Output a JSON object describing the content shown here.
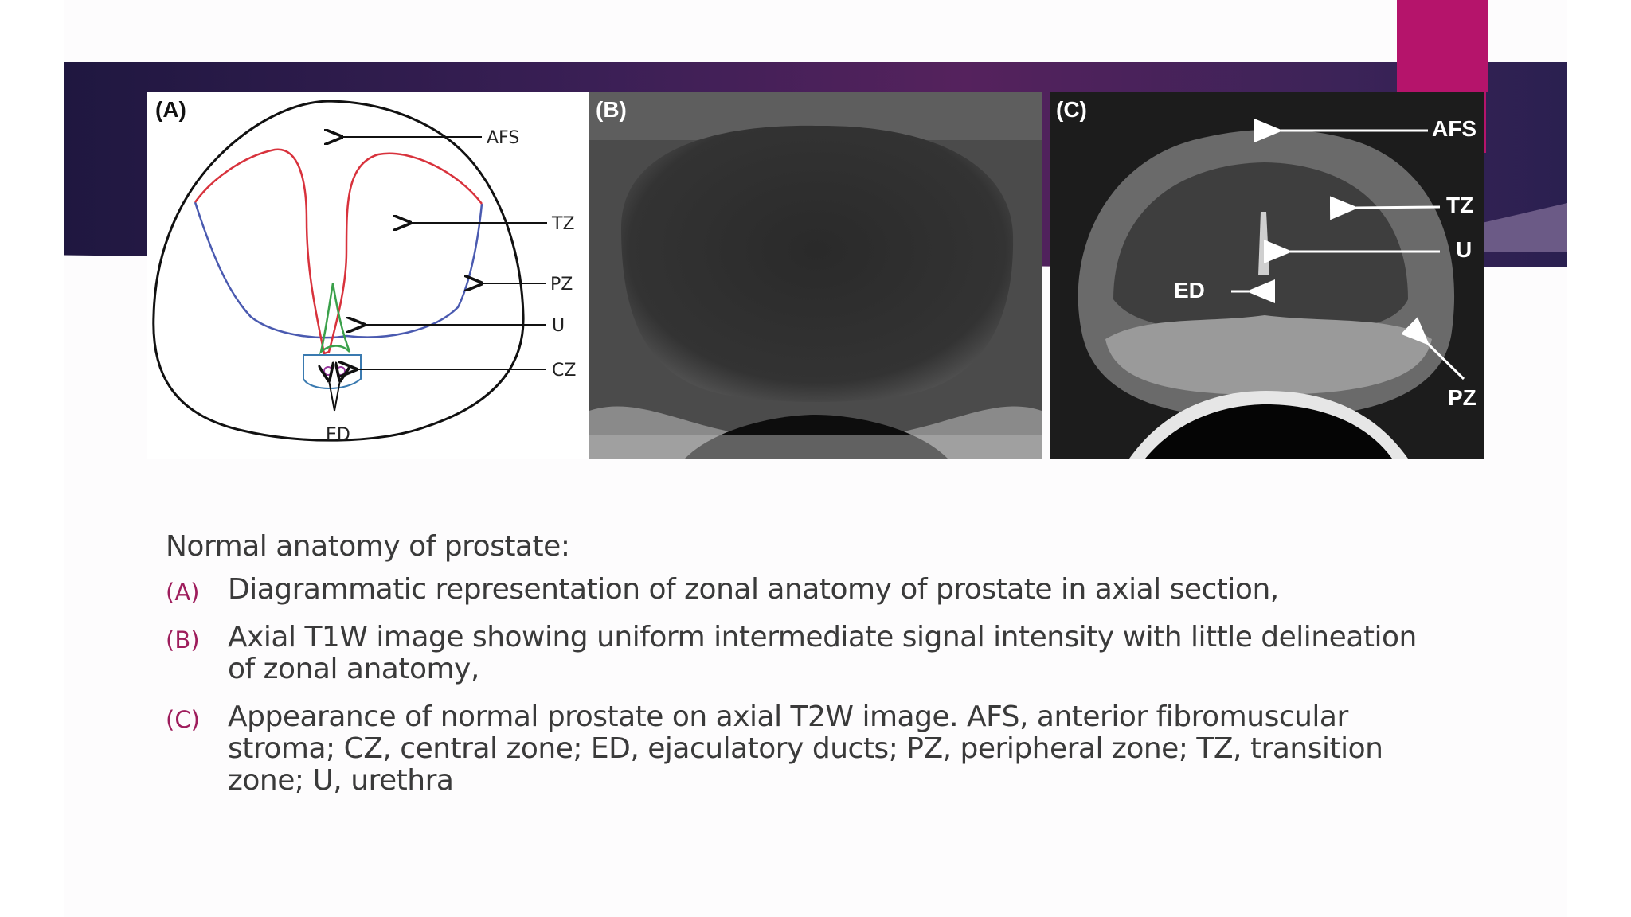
{
  "figure": {
    "panel_a": {
      "label": "(A)",
      "labels": {
        "afs": "AFS",
        "tz": "TZ",
        "pz": "PZ",
        "u": "U",
        "cz": "CZ",
        "ed": "ED"
      }
    },
    "panel_b": {
      "label": "(B)"
    },
    "panel_c": {
      "label": "(C)",
      "labels": {
        "afs": "AFS",
        "tz": "TZ",
        "u": "U",
        "ed": "ED",
        "pz": "PZ"
      }
    }
  },
  "caption": {
    "title": "Normal anatomy of prostate:",
    "items": [
      {
        "marker": "(A)",
        "text": "Diagrammatic representation of zonal anatomy of prostate in axial section,"
      },
      {
        "marker": "(B)",
        "text": "Axial T1W image showing uniform intermediate signal intensity with little delineation of zonal anatomy,"
      },
      {
        "marker": "(C)",
        "text": "Appearance of normal prostate on axial T2W image. AFS, anterior fibromuscular stroma; CZ, central zone; ED, ejaculatory ducts; PZ, peripheral zone; TZ, transition zone; U, urethra"
      }
    ]
  },
  "colors": {
    "accent": "#b5146b",
    "marker": "#9e1d5c",
    "banner_dark": "#1f1740",
    "banner_mid": "#55225d",
    "tz_outline": "#d8323c",
    "pz_outline": "#4a5ab0",
    "urethra": "#3aa04a",
    "cz_outline": "#3a7ab0",
    "ed_dots": "#9a3aa0"
  }
}
